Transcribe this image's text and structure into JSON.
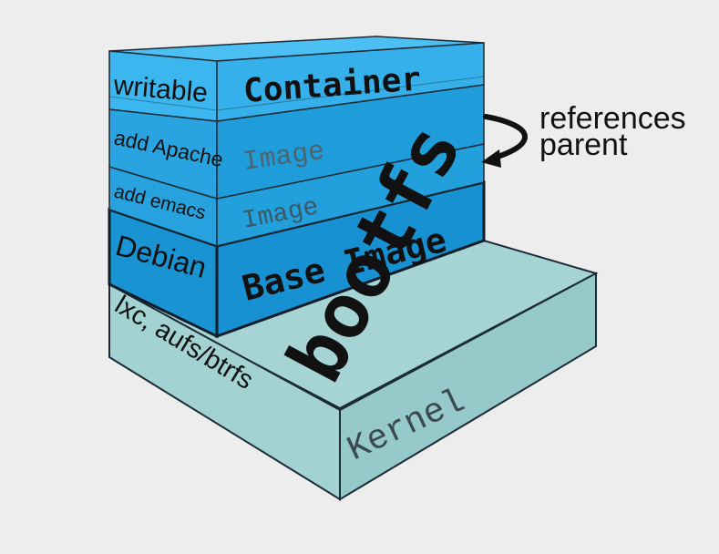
{
  "layers": {
    "kernel": {
      "left_label": "lxc, aufs/btrfs",
      "front_label": "Kernel",
      "top_label": "bootfs"
    },
    "base": {
      "left_label": "Debian",
      "front_label": "Base Image"
    },
    "emacs": {
      "left_label": "add emacs",
      "front_label": "Image"
    },
    "apache": {
      "left_label": "add Apache",
      "front_label": "Image"
    },
    "container": {
      "left_label": "writable",
      "front_label": "Container"
    }
  },
  "annotation": {
    "line1": "references",
    "line2": "parent"
  },
  "colors": {
    "kernel_fill": "#a8d6d6",
    "kernel_side": "#8fc4c4",
    "base_fill": "#1a93d3",
    "image_fill": "#26a0de",
    "container_fill": "#3db4ec",
    "outline": "#1b2a36"
  }
}
